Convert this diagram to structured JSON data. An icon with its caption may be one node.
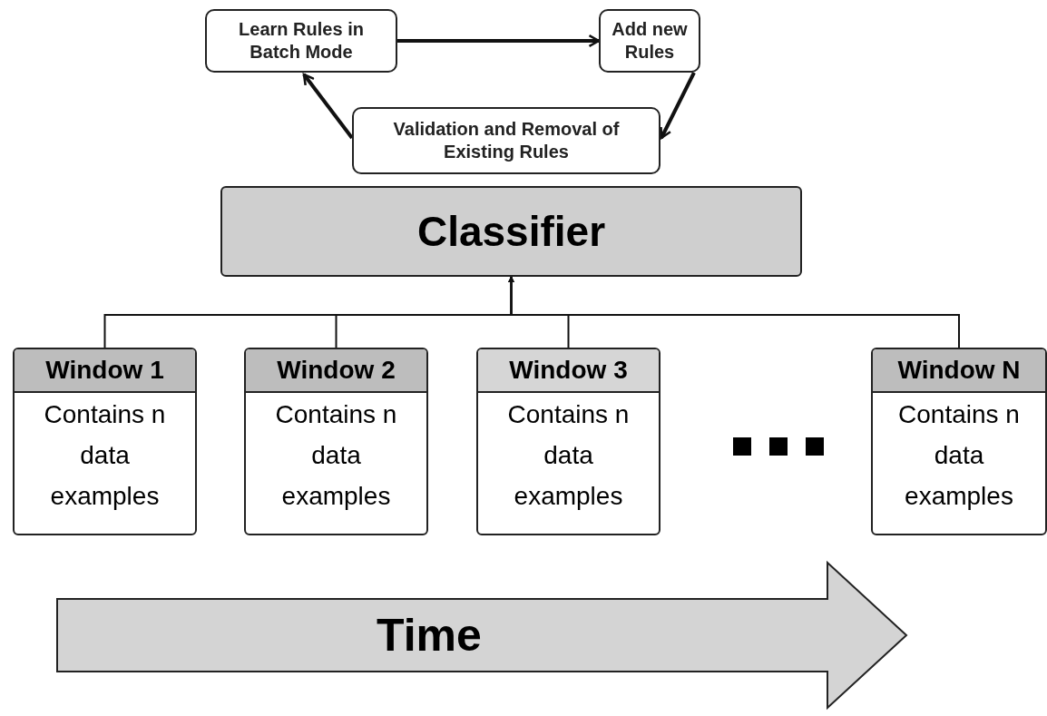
{
  "diagram": {
    "nodes": [
      {
        "text": [
          "Learn Rules in Batch Mode"
        ]
      },
      {
        "text": [
          "Add new Rules"
        ]
      },
      {
        "text": [
          "Validation and Removal of Existing Rules"
        ]
      },
      {
        "text": [
          "Classifier"
        ]
      },
      {
        "text": [
          "Window 1",
          "Contains n data examples"
        ]
      },
      {
        "text": [
          "Window 2",
          "Contains n data examples"
        ]
      },
      {
        "text": [
          "Window 3",
          "Contains n data examples"
        ]
      },
      {
        "text": [
          "Window N",
          "Contains n data examples"
        ]
      },
      {
        "text": [
          "Time"
        ]
      }
    ],
    "edges": [
      {
        "from": 0,
        "to": 1,
        "arrow": "to",
        "style": "thick"
      },
      {
        "from": 1,
        "to": 2,
        "arrow": "to",
        "style": "thick"
      },
      {
        "from": 2,
        "to": 0,
        "arrow": "to",
        "style": "thick"
      },
      {
        "from": 4,
        "to": 3,
        "arrow": "to"
      },
      {
        "from": 5,
        "to": 3,
        "arrow": "to"
      },
      {
        "from": 6,
        "to": 3,
        "arrow": "to"
      },
      {
        "from": 7,
        "to": 3,
        "arrow": "to"
      }
    ]
  }
}
